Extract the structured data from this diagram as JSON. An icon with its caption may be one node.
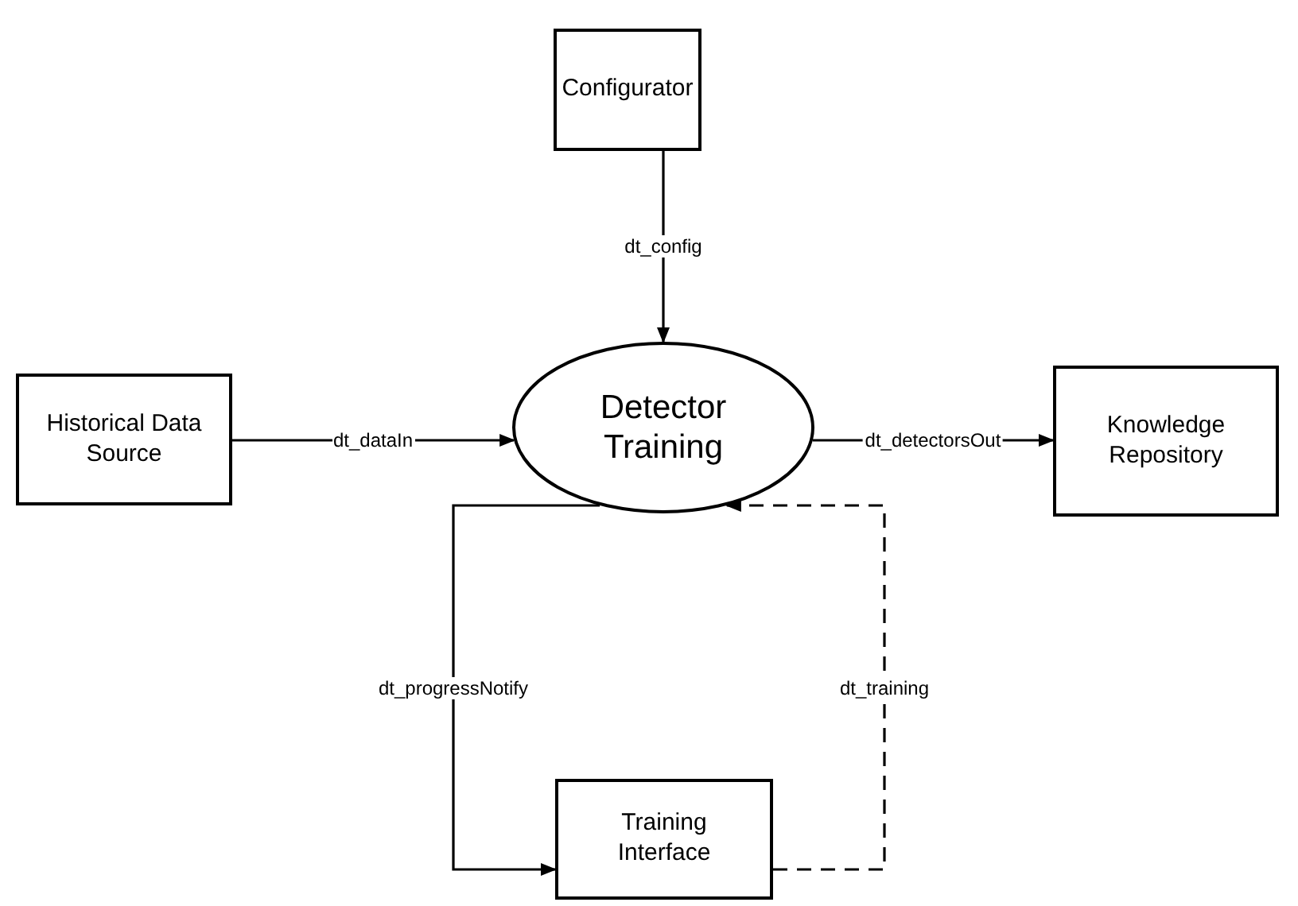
{
  "diagram": {
    "nodes": [
      {
        "text": [
          "Configurator"
        ]
      },
      {
        "text": [
          "Historical Data Source"
        ]
      },
      {
        "text": [
          "Detector Training"
        ]
      },
      {
        "text": [
          "Knowledge Repository"
        ]
      },
      {
        "text": [
          "Training Interface"
        ]
      }
    ],
    "edges": [
      {
        "from": 0,
        "to": 2,
        "arrow": "to",
        "label": "dt_config"
      },
      {
        "from": 1,
        "to": 2,
        "arrow": "to",
        "label": "dt_dataIn"
      },
      {
        "from": 2,
        "to": 3,
        "arrow": "to",
        "label": "dt_detectorsOut"
      },
      {
        "from": 2,
        "to": 4,
        "arrow": "to",
        "label": "dt_progressNotify"
      },
      {
        "from": 4,
        "to": 2,
        "arrow": "to",
        "label": "dt_training",
        "style": "dashed"
      }
    ]
  }
}
